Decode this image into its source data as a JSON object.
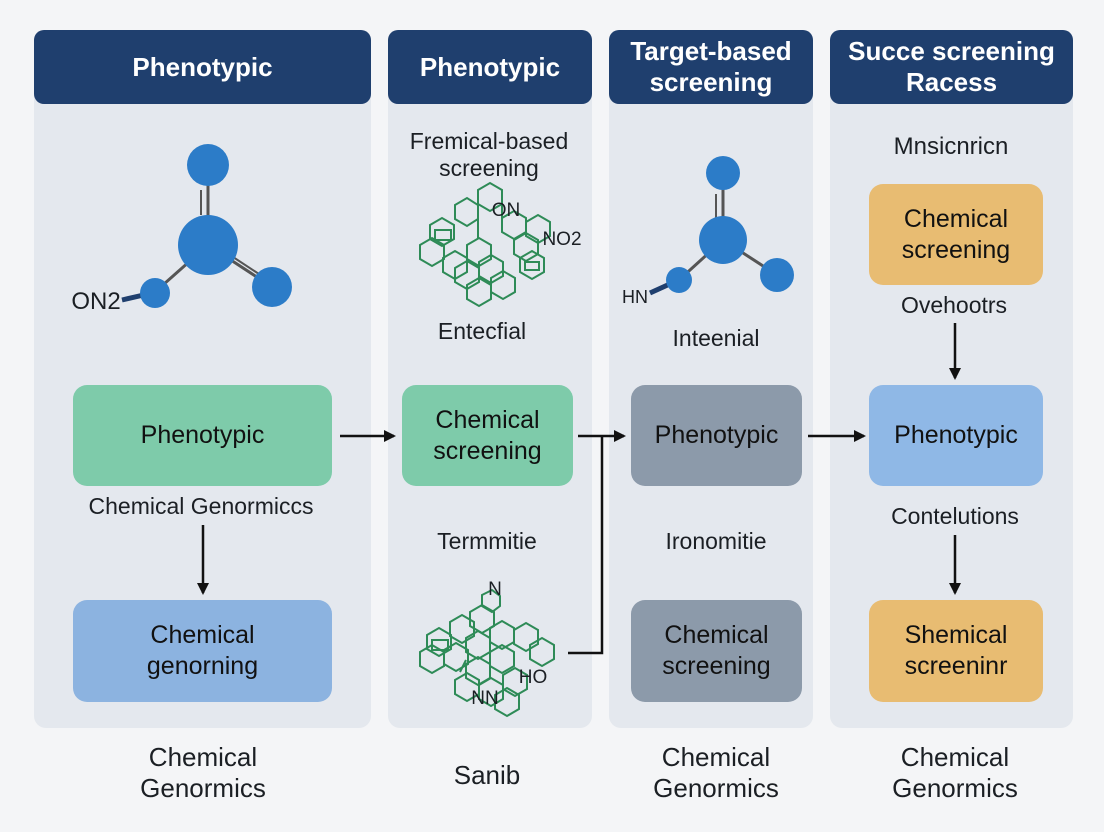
{
  "headers": [
    "Phenotypic",
    "Phenotypic",
    "Target-based\nscreening",
    "Succe screening\nRacess"
  ],
  "col1": {
    "molecule_label": "ON2",
    "box_top": "Phenotypic",
    "middle_text": "Chemical Genormiccs",
    "box_bottom": "Chemical\ngenorning",
    "footer": "Chemical\nGenormics"
  },
  "col2": {
    "top_text": "Fremical-based\nscreening",
    "ring_label_1": "ON",
    "ring_label_2": "NO2",
    "under_text": "Entecfial",
    "box_top": "Chemical\nscreening",
    "middle_text": "Termmitie",
    "ring2_label_n": "N",
    "ring2_label_nn": "NN",
    "ring2_label_ho": "HO",
    "footer": "Sanib"
  },
  "col3": {
    "molecule_label": "HN",
    "under_text": "Inteenial",
    "box_top": "Phenotypic",
    "middle_text": "Ironomitie",
    "box_bottom": "Chemical\nscreening",
    "footer": "Chemical\nGenormics"
  },
  "col4": {
    "top_text": "Mnsicnricn",
    "box_top": "Chemical\nscreening",
    "text_1": "Ovehootrs",
    "box_mid": "Phenotypic",
    "text_2": "Contelutions",
    "box_bottom": "Shemical\nscreeninr",
    "footer": "Chemical\nGenormics"
  },
  "colors": {
    "header": "#1f3f6e",
    "column_bg": "#e4e8ee",
    "green_box": "#7ecbaa",
    "blue_box": "#8cb3e0",
    "grey_box": "#8c9aaa",
    "gold_box": "#e8bc72",
    "atom": "#2c7cc8",
    "ring": "#2e8b57"
  }
}
